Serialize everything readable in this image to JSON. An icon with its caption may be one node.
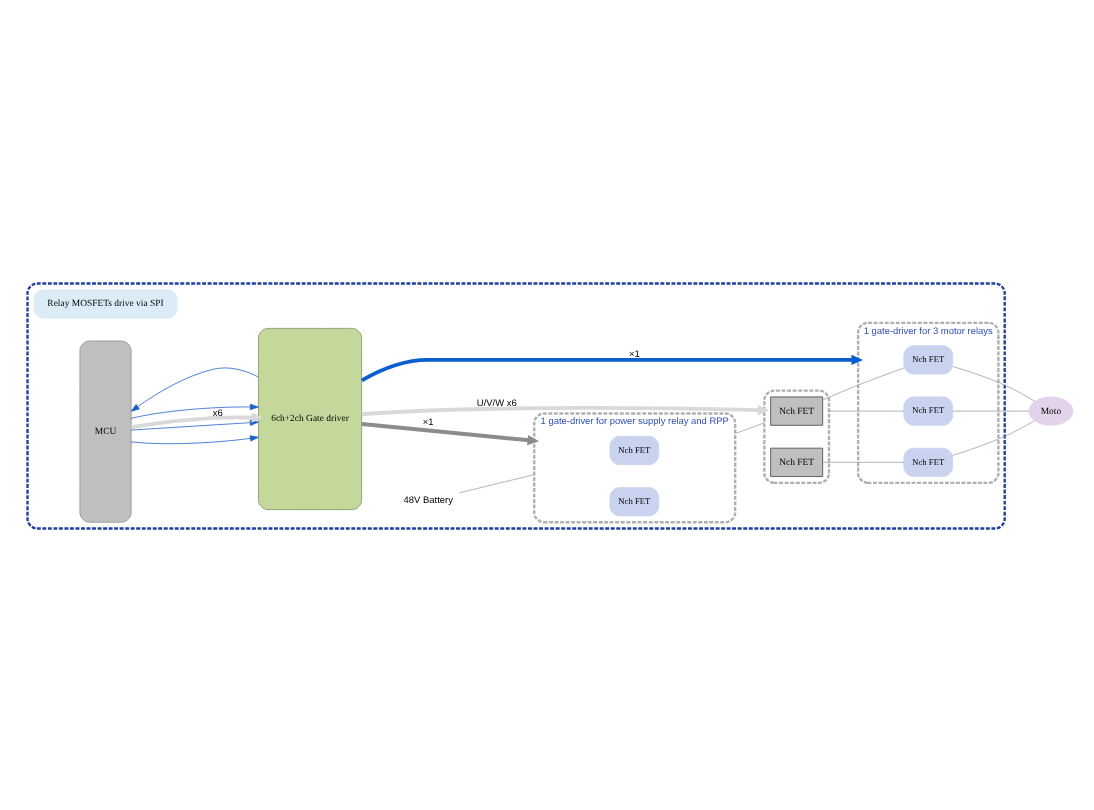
{
  "diagram": {
    "nodes": [
      {
        "text": [],
        "shape": "box"
      },
      {
        "text": [
          "Relay MOSFETs drive via SPI"
        ],
        "in": 0
      },
      {
        "text": [
          "MCU"
        ],
        "in": 0
      },
      {
        "text": [
          "6ch+2ch Gate driver"
        ],
        "in": 0
      },
      {
        "text": [
          "48V Battery"
        ],
        "in": 0
      },
      {
        "text": [],
        "shape": "box",
        "in": 0,
        "beside": [
          "1 gate-driver for power supply relay and RPP"
        ]
      },
      {
        "text": [
          "Nch FET"
        ],
        "in": 5
      },
      {
        "text": [
          "Nch FET"
        ],
        "in": 5
      },
      {
        "text": [],
        "shape": "box",
        "in": 0
      },
      {
        "text": [
          "Nch FET"
        ],
        "in": 8
      },
      {
        "text": [
          "Nch FET"
        ],
        "in": 8
      },
      {
        "text": [],
        "shape": "box",
        "in": 0,
        "beside": [
          "1 gate-driver for 3 motor relays"
        ]
      },
      {
        "text": [
          "Nch FET"
        ],
        "in": 11
      },
      {
        "text": [
          "Nch FET"
        ],
        "in": 11
      },
      {
        "text": [
          "Nch FET"
        ],
        "in": 11
      },
      {
        "text": [
          "Moto"
        ]
      }
    ],
    "edges": [
      {
        "from": 2,
        "to": 3,
        "arrow": "to",
        "color": "#1f5fc8"
      },
      {
        "from": 2,
        "to": 3,
        "arrow": "to",
        "color": "#1f5fc8"
      },
      {
        "from": 2,
        "to": 3,
        "arrow": "to",
        "color": "#1f5fc8"
      },
      {
        "from": 3,
        "to": 2,
        "arrow": "to",
        "color": "#1f5fc8"
      },
      {
        "from": 2,
        "to": 3,
        "arrow": "to",
        "label": "x6",
        "style": "thick",
        "color": "#d9d9d9"
      },
      {
        "from": 3,
        "to": 5,
        "arrow": "to",
        "label": "×1",
        "style": "thick",
        "color": "#8c8c8c"
      },
      {
        "from": 3,
        "to": 8,
        "arrow": "to",
        "label": "U/V/W x6",
        "style": "thick",
        "color": "#d9d9d9"
      },
      {
        "from": 3,
        "to": 11,
        "arrow": "to",
        "label": "×1",
        "style": "thick",
        "color": "#0a5fd0"
      },
      {
        "from": 4,
        "to": 5,
        "arrow": "none"
      },
      {
        "from": 5,
        "to": 8,
        "arrow": "none"
      },
      {
        "from": 9,
        "to": 12,
        "arrow": "none"
      },
      {
        "from": 8,
        "to": 13,
        "arrow": "none"
      },
      {
        "from": 10,
        "to": 14,
        "arrow": "none"
      },
      {
        "from": 12,
        "to": 15,
        "arrow": "none"
      },
      {
        "from": 13,
        "to": 15,
        "arrow": "none"
      },
      {
        "from": 14,
        "to": 15,
        "arrow": "none"
      }
    ]
  }
}
